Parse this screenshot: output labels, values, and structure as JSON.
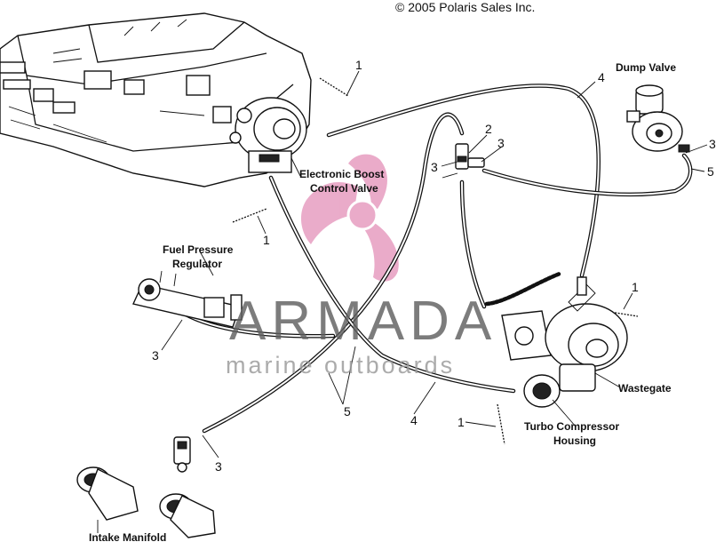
{
  "copyright": "© 2005 Polaris Sales Inc.",
  "labels": {
    "dump_valve": "Dump Valve",
    "boost_valve_1": "Electronic Boost",
    "boost_valve_2": "Control Valve",
    "fuel_reg_1": "Fuel Pressure",
    "fuel_reg_2": "Regulator",
    "wastegate": "Wastegate",
    "turbo_1": "Turbo Compressor",
    "turbo_2": "Housing",
    "intake": "Intake Manifold"
  },
  "callouts": {
    "c1_top": "1",
    "c4_top": "4",
    "c2": "2",
    "c3_a": "3",
    "c3_b": "3",
    "c3_dump": "3",
    "c5_dump": "5",
    "c1_fuel": "1",
    "c1_turbo": "1",
    "c3_fuel": "3",
    "c5_bottom": "5",
    "c4_bottom": "4",
    "c1_bottom": "1",
    "c3_bottom": "3"
  },
  "watermark": {
    "brand": "ARMADA",
    "tagline": "marine outboards",
    "accent": "#e8a3c4"
  }
}
